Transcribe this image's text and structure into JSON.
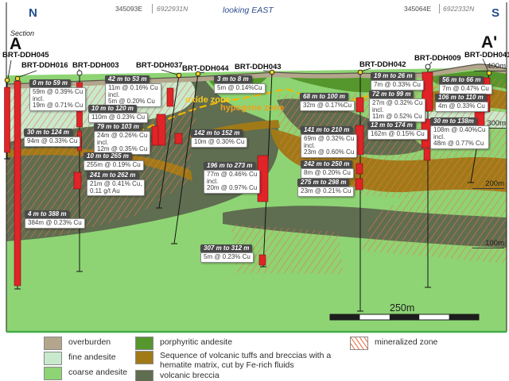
{
  "header": {
    "north_label": "N",
    "south_label": "S",
    "left_easting": "345093E",
    "left_northing": "6922931N",
    "view_direction": "looking EAST",
    "right_easting": "345064E",
    "right_northing": "6922332N",
    "section_word": "Section",
    "section_start": "A",
    "section_end": "A'"
  },
  "zone_labels": {
    "oxide": "oxide zone",
    "hypogene": "hypogene zone"
  },
  "elevations": [
    "400m",
    "300m",
    "200m",
    "100m"
  ],
  "scale_bar": {
    "label": "250m"
  },
  "drillholes": [
    {
      "name": "BRT-DDH045"
    },
    {
      "name": "BRT-DDH016"
    },
    {
      "name": "BRT-DDH003"
    },
    {
      "name": "BRT-DDH037"
    },
    {
      "name": "BRT-DDH044"
    },
    {
      "name": "BRT-DDH043"
    },
    {
      "name": "BRT-DDH042"
    },
    {
      "name": "BRT-DDH009"
    },
    {
      "name": "BRT-DDH041"
    }
  ],
  "annotations": [
    {
      "interval": "0 m to 59 m",
      "lines": [
        "59m @ 0.39% Cu",
        "incl.",
        "19m @ 0.71% Cu"
      ]
    },
    {
      "interval": "42 m to 53 m",
      "lines": [
        "11m @ 0.16% Cu",
        "incl.",
        "5m @ 0.20% Cu"
      ]
    },
    {
      "interval": "10 m to 120 m",
      "lines": [
        "110m @ 0.23% Cu"
      ]
    },
    {
      "interval": "79 m to 103 m",
      "lines": [
        "24m @ 0.26% Cu",
        "incl.",
        "12m @ 0.35% Cu"
      ]
    },
    {
      "interval": "30 m to 124 m",
      "lines": [
        "94m @ 0.33% Cu"
      ]
    },
    {
      "interval": "10 m to 265 m",
      "lines": [
        "255m @ 0.19% Cu"
      ]
    },
    {
      "interval": "241 m to 262 m",
      "lines": [
        "21m @ 0.41% Cu,",
        "0.11 g/t Au"
      ]
    },
    {
      "interval": "4 m to 388 m",
      "lines": [
        "384m @ 0.23% Cu"
      ]
    },
    {
      "interval": "3 m to 8 m",
      "lines": [
        "5m @ 0.14%Cu"
      ]
    },
    {
      "interval": "142 m to 152 m",
      "lines": [
        "10m @ 0.30% Cu"
      ]
    },
    {
      "interval": "196 m to 273 m",
      "lines": [
        "77m @ 0.46% Cu",
        "incl.",
        "20m @ 0.97% Cu"
      ]
    },
    {
      "interval": "307 m to 312 m",
      "lines": [
        "5m @ 0.23% Cu"
      ]
    },
    {
      "interval": "68 m to 100 m",
      "lines": [
        "32m @ 0.17%Cu"
      ]
    },
    {
      "interval": "141 m to 210 m",
      "lines": [
        "69m @ 0.32% Cu",
        "incl.",
        "23m @ 0.60% Cu"
      ]
    },
    {
      "interval": "242 m to 250 m",
      "lines": [
        "8m @ 0.20% Cu"
      ]
    },
    {
      "interval": "275 m to 298 m",
      "lines": [
        "23m @ 0.21% Cu"
      ]
    },
    {
      "interval": "19 m to 26 m",
      "lines": [
        "7m @ 0.33% Cu"
      ]
    },
    {
      "interval": "72 m to 99 m",
      "lines": [
        "27m @ 0.32% Cu",
        "incl.",
        "11m @ 0.52% Cu"
      ]
    },
    {
      "interval": "12 m to 174 m",
      "lines": [
        "162m @ 0.15% Cu"
      ]
    },
    {
      "interval": "56 m to 66 m",
      "lines": [
        "7m @ 0.47% Cu"
      ]
    },
    {
      "interval": "106 m to 110 m",
      "lines": [
        "4m @ 0.33% Cu"
      ]
    },
    {
      "interval": "30 m to 138m",
      "lines": [
        "108m @ 0.40%Cu",
        "incl.",
        "48m @ 0.77% Cu"
      ]
    }
  ],
  "legend": {
    "items": [
      {
        "label": "overburden",
        "color": "#b3a68c"
      },
      {
        "label": "fine andesite",
        "color": "#c9e9cc"
      },
      {
        "label": "coarse andesite",
        "color": "#8ed474"
      },
      {
        "label": "porphyritic andesite",
        "color": "#55962d"
      },
      {
        "label": "Sequence of volcanic tuffs and breccias with a hematite matrix, cut by Fe-rich fluids",
        "color": "#a17a18"
      },
      {
        "label": "volcanic breccia",
        "color": "#5f6d50"
      },
      {
        "label": "mineralized zone",
        "color": "hatch"
      }
    ]
  },
  "colors": {
    "header_text": "#234e8d",
    "oxide_label": "#f6c91f",
    "hypogene_label": "#f0a11c",
    "callout_header_bg": "#4a4a4a",
    "drill_interval_red": "#e02427",
    "oxide_boundary_dashed": "#f2b705"
  }
}
